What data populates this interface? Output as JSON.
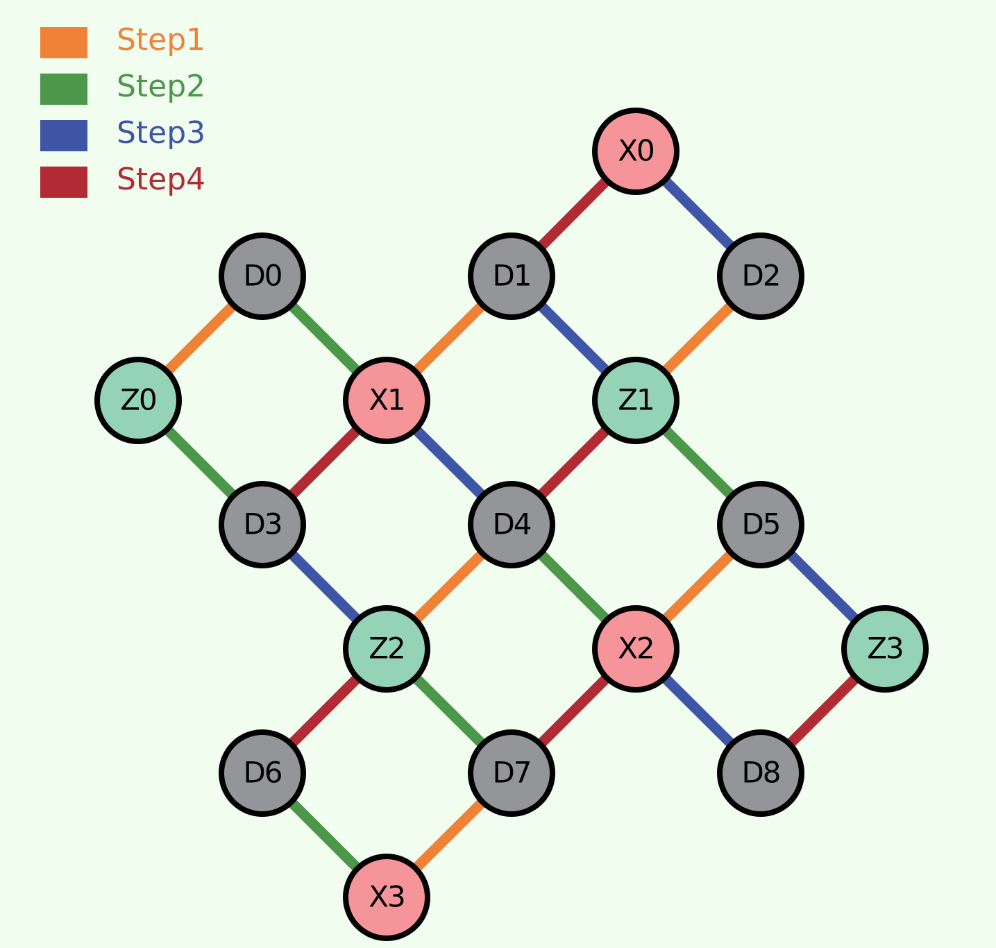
{
  "legend": [
    {
      "label": "Step1",
      "color": "#f08238"
    },
    {
      "label": "Step2",
      "color": "#4c974a"
    },
    {
      "label": "Step3",
      "color": "#3f56a6"
    },
    {
      "label": "Step4",
      "color": "#b22b34"
    }
  ],
  "node_colors": {
    "D": "#939598",
    "X": "#f5959a",
    "Z": "#94d3b6"
  },
  "nodes": [
    {
      "id": "X0",
      "type": "X"
    },
    {
      "id": "D0",
      "type": "D"
    },
    {
      "id": "D1",
      "type": "D"
    },
    {
      "id": "D2",
      "type": "D"
    },
    {
      "id": "Z0",
      "type": "Z"
    },
    {
      "id": "X1",
      "type": "X"
    },
    {
      "id": "Z1",
      "type": "Z"
    },
    {
      "id": "D3",
      "type": "D"
    },
    {
      "id": "D4",
      "type": "D"
    },
    {
      "id": "D5",
      "type": "D"
    },
    {
      "id": "Z2",
      "type": "Z"
    },
    {
      "id": "X2",
      "type": "X"
    },
    {
      "id": "Z3",
      "type": "Z"
    },
    {
      "id": "D6",
      "type": "D"
    },
    {
      "id": "D7",
      "type": "D"
    },
    {
      "id": "D8",
      "type": "D"
    },
    {
      "id": "X3",
      "type": "X"
    }
  ],
  "edges": [
    {
      "from": "Z0",
      "to": "D0",
      "step": 1
    },
    {
      "from": "Z0",
      "to": "D3",
      "step": 2
    },
    {
      "from": "X1",
      "to": "D0",
      "step": 2
    },
    {
      "from": "X1",
      "to": "D1",
      "step": 1
    },
    {
      "from": "X1",
      "to": "D3",
      "step": 4
    },
    {
      "from": "X1",
      "to": "D4",
      "step": 3
    },
    {
      "from": "X0",
      "to": "D1",
      "step": 4
    },
    {
      "from": "X0",
      "to": "D2",
      "step": 3
    },
    {
      "from": "Z1",
      "to": "D1",
      "step": 3
    },
    {
      "from": "Z1",
      "to": "D2",
      "step": 1
    },
    {
      "from": "Z1",
      "to": "D4",
      "step": 4
    },
    {
      "from": "Z1",
      "to": "D5",
      "step": 2
    },
    {
      "from": "Z2",
      "to": "D3",
      "step": 3
    },
    {
      "from": "Z2",
      "to": "D4",
      "step": 1
    },
    {
      "from": "Z2",
      "to": "D6",
      "step": 4
    },
    {
      "from": "Z2",
      "to": "D7",
      "step": 2
    },
    {
      "from": "X2",
      "to": "D4",
      "step": 2
    },
    {
      "from": "X2",
      "to": "D5",
      "step": 1
    },
    {
      "from": "X2",
      "to": "D7",
      "step": 4
    },
    {
      "from": "X2",
      "to": "D8",
      "step": 3
    },
    {
      "from": "Z3",
      "to": "D5",
      "step": 3
    },
    {
      "from": "Z3",
      "to": "D8",
      "step": 4
    },
    {
      "from": "X3",
      "to": "D6",
      "step": 2
    },
    {
      "from": "X3",
      "to": "D7",
      "step": 1
    }
  ]
}
